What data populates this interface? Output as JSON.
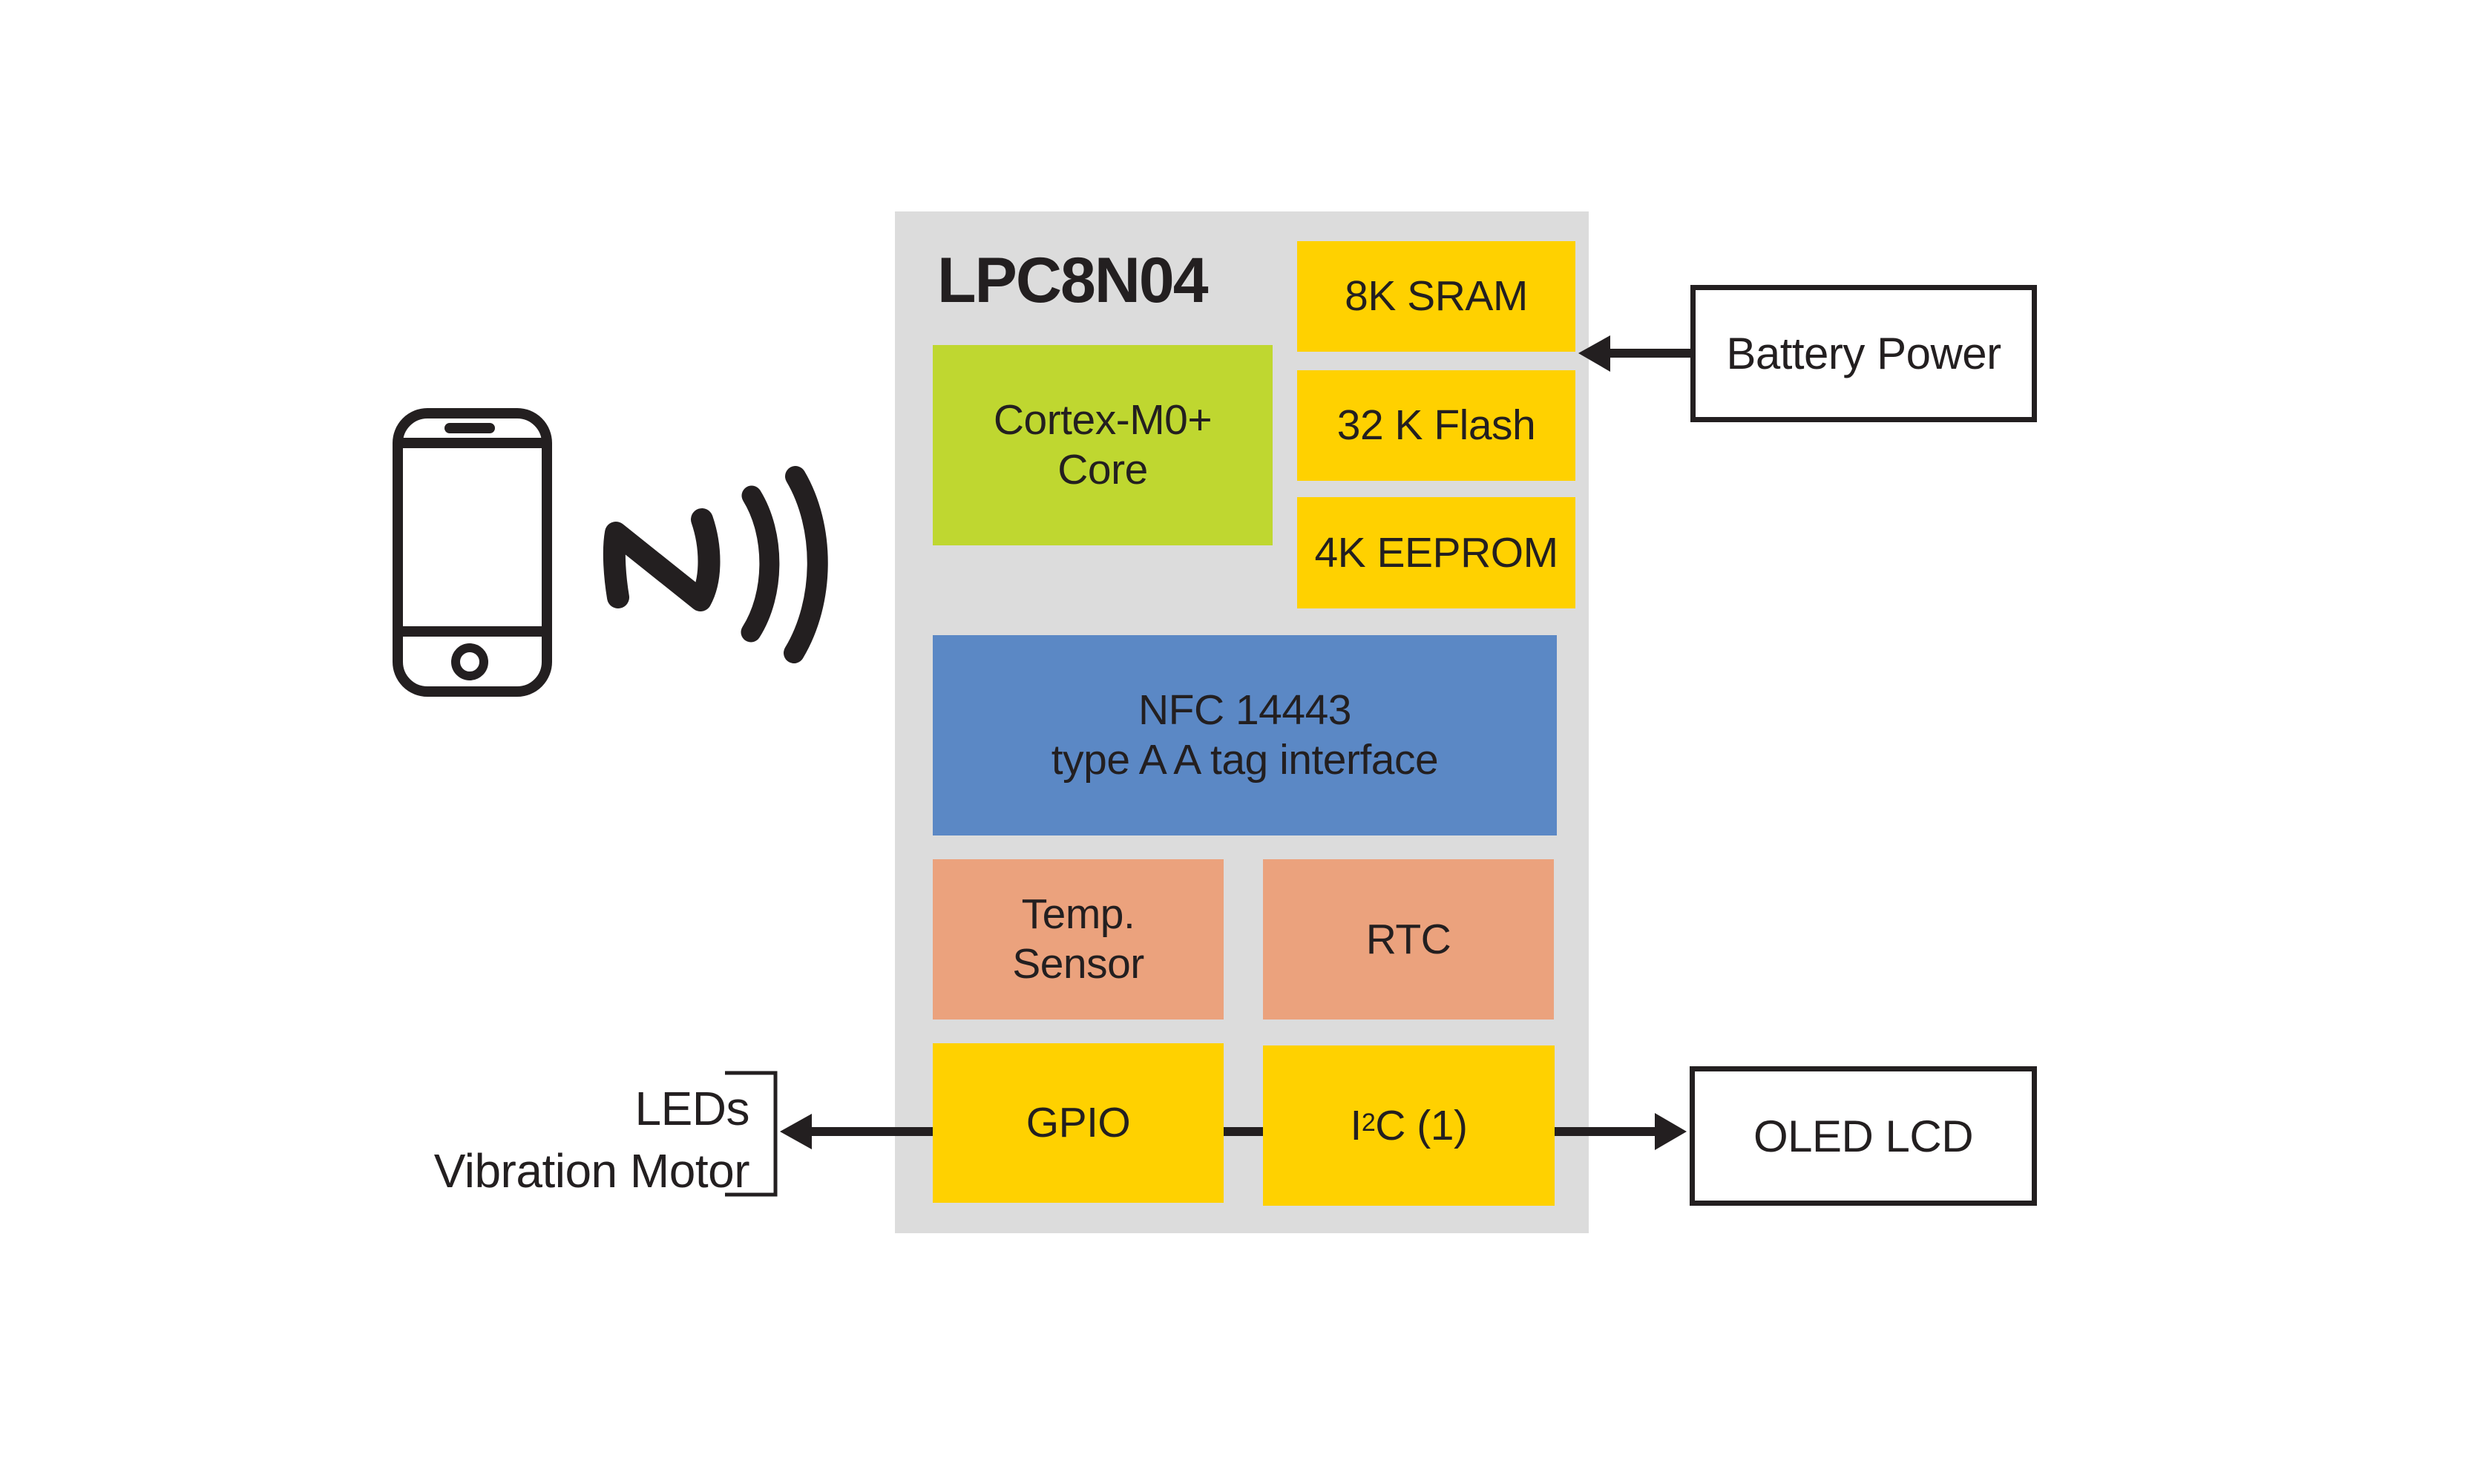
{
  "diagram": {
    "chip": {
      "title": "LPC8N04",
      "blocks": {
        "sram": "8K SRAM",
        "flash": "32 K Flash",
        "eeprom": "4K EEPROM",
        "core_line1": "Cortex-M0+",
        "core_line2": "Core",
        "nfc_line1": "NFC 14443",
        "nfc_line2": "type A A tag interface",
        "temp_line1": "Temp.",
        "temp_line2": "Sensor",
        "rtc": "RTC",
        "gpio": "GPIO",
        "i2c_prefix": "I",
        "i2c_sup": "2",
        "i2c_suffix": "C (1)"
      }
    },
    "external": {
      "battery": "Battery Power",
      "oled": "OLED LCD",
      "leds": "LEDs",
      "vibration_motor": "Vibration Motor"
    },
    "icons": {
      "phone": "smartphone-icon",
      "nfc": "nfc-icon"
    },
    "colors": {
      "chip_background": "#dcdcdc",
      "memory_io": "#ffd100",
      "core": "#bfd730",
      "nfc": "#5b88c5",
      "peripherals": "#eba27d",
      "ink": "#231f20"
    }
  }
}
